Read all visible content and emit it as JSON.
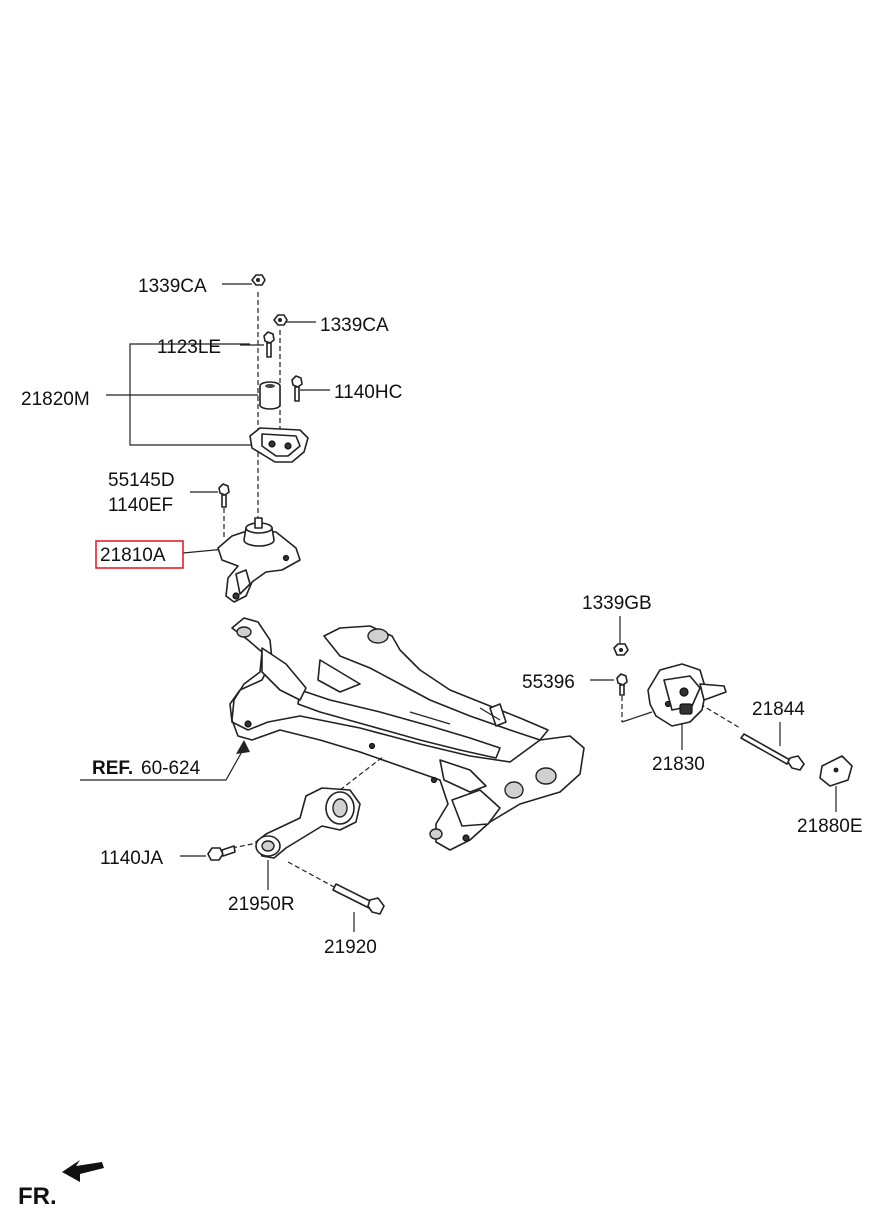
{
  "labels": {
    "l1339ca_top": "1339CA",
    "l1339ca_right": "1339CA",
    "l1123le": "1123LE",
    "l21820m": "21820M",
    "l1140hc": "1140HC",
    "l55145d": "55145D",
    "l1140ef": "1140EF",
    "l21810a": "21810A",
    "l1339gb": "1339GB",
    "l55396": "55396",
    "l21844": "21844",
    "l21830": "21830",
    "l21880e": "21880E",
    "ref_bold": "REF.",
    "ref_num": "60-624",
    "l1140ja": "1140JA",
    "l21950r": "21950R",
    "l21920": "21920",
    "fr": "FR."
  },
  "colors": {
    "highlight": "#e8202a",
    "ink": "#222222"
  }
}
